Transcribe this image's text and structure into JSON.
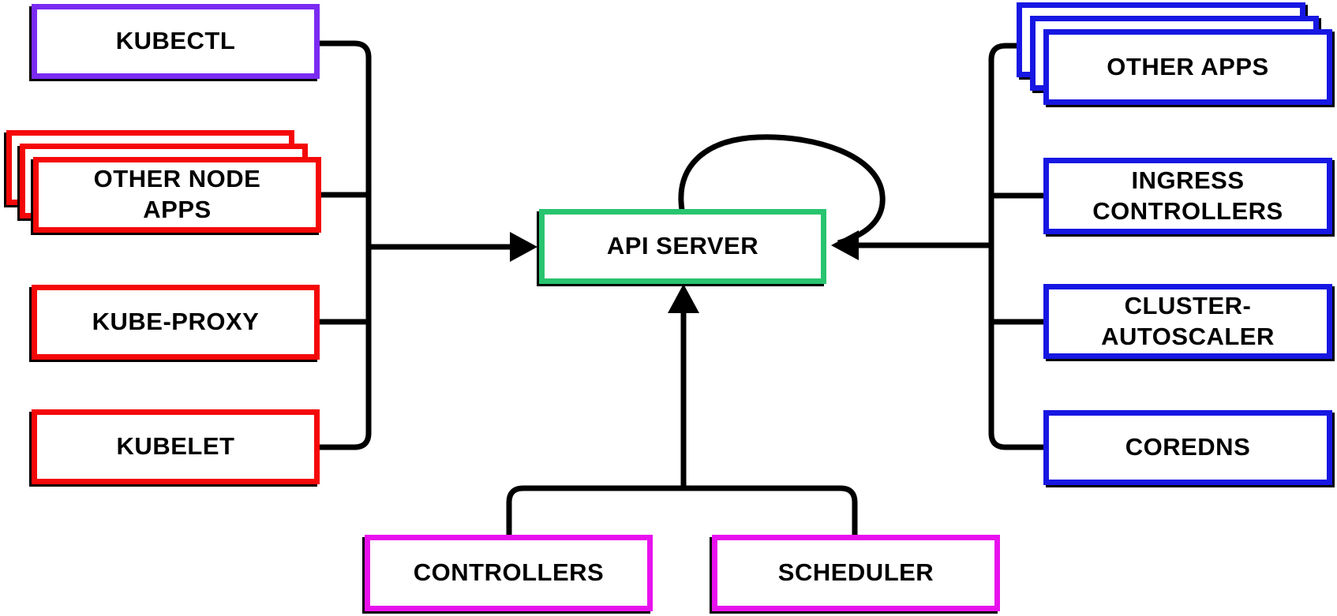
{
  "diagram": {
    "kind": "kubernetes-architecture",
    "background": "#ffffff",
    "line_color": "#000000",
    "text_color": "#000000"
  },
  "colors": {
    "kubectl_purple": "#7A2BF2",
    "node_red": "#F50808",
    "api_green": "#29C46F",
    "apps_blue": "#1717E3",
    "control_magenta": "#E811EE",
    "connector_black": "#000000"
  },
  "nodes": {
    "kubectl": {
      "label": "KUBECTL"
    },
    "other_node_apps": {
      "label": "OTHER NODE\nAPPS",
      "stacked": true
    },
    "kube_proxy": {
      "label": "KUBE-PROXY"
    },
    "kubelet": {
      "label": "KUBELET"
    },
    "api_server": {
      "label": "API SERVER"
    },
    "other_apps": {
      "label": "OTHER APPS",
      "stacked": true
    },
    "ingress_controllers": {
      "label": "INGRESS\nCONTROLLERS"
    },
    "cluster_autoscaler": {
      "label": "CLUSTER-\nAUTOSCALER"
    },
    "coredns": {
      "label": "COREDNS"
    },
    "controllers": {
      "label": "CONTROLLERS"
    },
    "scheduler": {
      "label": "SCHEDULER"
    }
  },
  "edges": [
    {
      "from": "kubectl",
      "to": "api_server",
      "arrow": "into-left-side"
    },
    {
      "from": "other_node_apps",
      "to": "api_server",
      "arrow": "into-left-side"
    },
    {
      "from": "kube_proxy",
      "to": "api_server",
      "arrow": "into-left-side"
    },
    {
      "from": "kubelet",
      "to": "api_server",
      "arrow": "into-left-side"
    },
    {
      "from": "other_apps",
      "to": "api_server",
      "arrow": "into-right-side"
    },
    {
      "from": "ingress_controllers",
      "to": "api_server",
      "arrow": "into-right-side"
    },
    {
      "from": "cluster_autoscaler",
      "to": "api_server",
      "arrow": "into-right-side"
    },
    {
      "from": "coredns",
      "to": "api_server",
      "arrow": "into-right-side"
    },
    {
      "from": "controllers",
      "to": "api_server",
      "arrow": "into-bottom"
    },
    {
      "from": "scheduler",
      "to": "api_server",
      "arrow": "into-bottom"
    },
    {
      "from": "api_server",
      "to": "api_server",
      "arrow": "self-loop"
    }
  ]
}
